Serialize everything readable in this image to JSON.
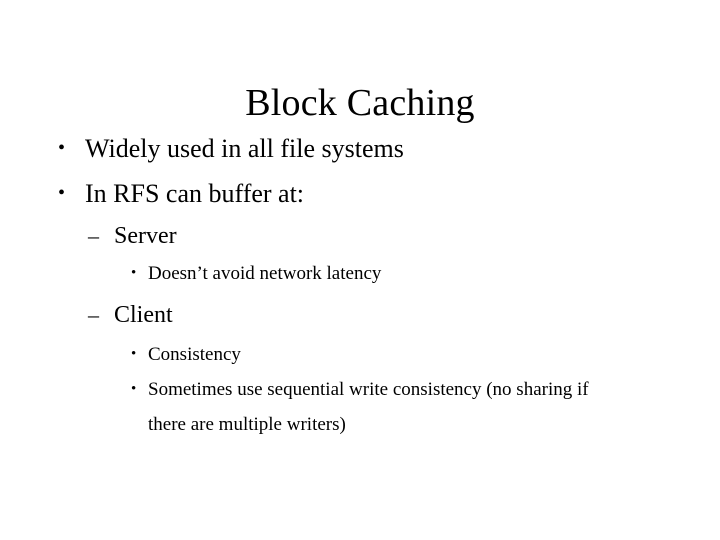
{
  "slide": {
    "title": "Block Caching",
    "background_color": "#ffffff",
    "text_color": "#000000",
    "bullets": [
      {
        "level": 1,
        "marker": "•",
        "text": "Widely used in all file systems"
      },
      {
        "level": 1,
        "marker": "•",
        "text": "In RFS can buffer at:"
      },
      {
        "level": 2,
        "marker": "–",
        "text": "Server"
      },
      {
        "level": 3,
        "marker": "•",
        "text": "Doesn’t avoid network latency"
      },
      {
        "level": 2,
        "marker": "–",
        "text": "Client"
      },
      {
        "level": 3,
        "marker": "•",
        "text": "Consistency"
      },
      {
        "level": 3,
        "marker": "•",
        "text": "Sometimes use sequential write consistency (no sharing if there are multiple writers)"
      }
    ]
  }
}
